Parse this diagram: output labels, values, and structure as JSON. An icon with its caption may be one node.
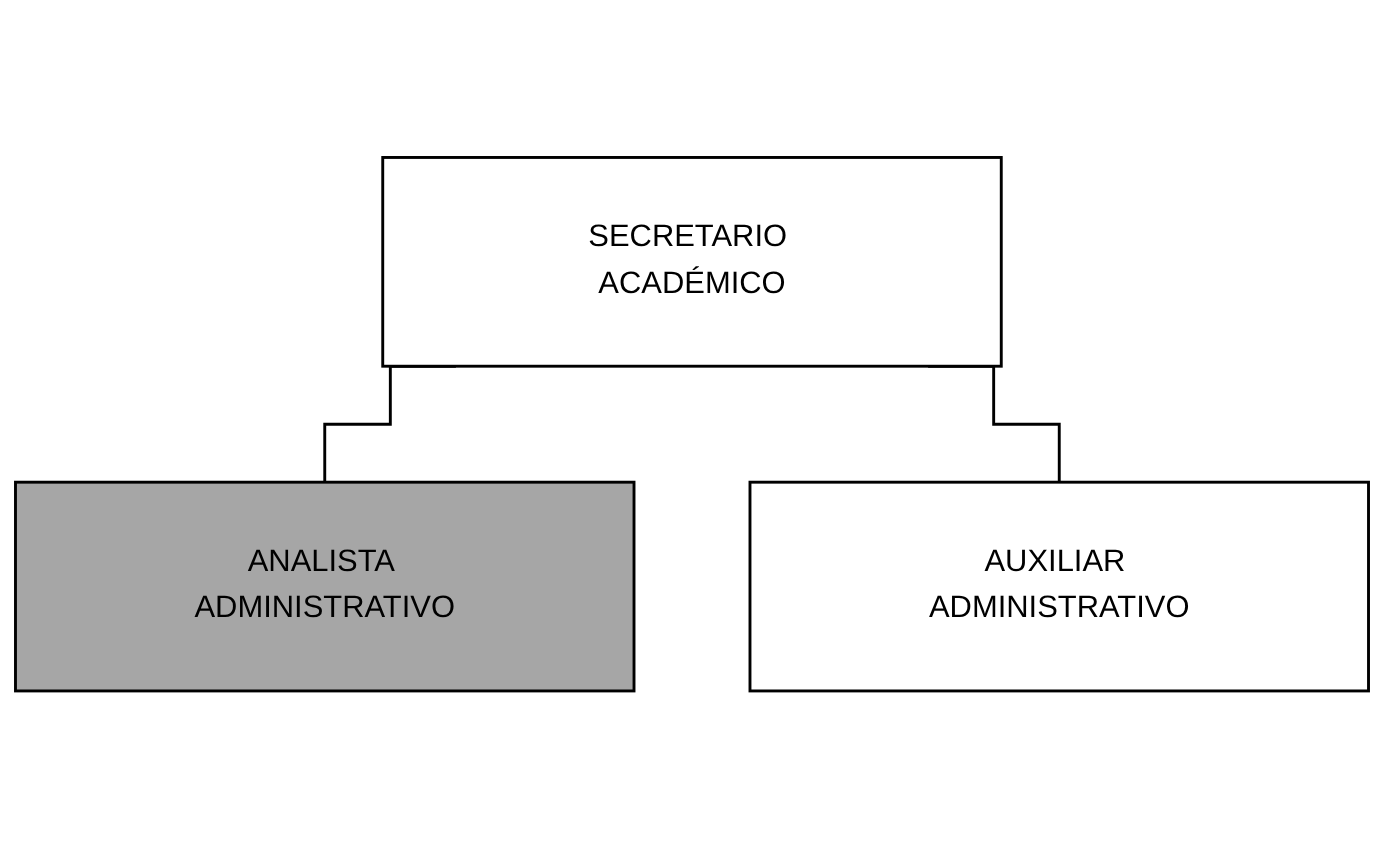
{
  "diagram": {
    "nodes": [
      {
        "text": [
          "SECRETARIO ACADÉMICO"
        ]
      },
      {
        "text": [
          "ANALISTA ADMINISTRATIVO"
        ]
      },
      {
        "text": [
          "AUXILIAR ADMINISTRATIVO"
        ]
      }
    ],
    "edges": [
      {
        "from": 0,
        "to": 1,
        "arrow": "none"
      },
      {
        "from": 0,
        "to": 2,
        "arrow": "none"
      }
    ]
  }
}
